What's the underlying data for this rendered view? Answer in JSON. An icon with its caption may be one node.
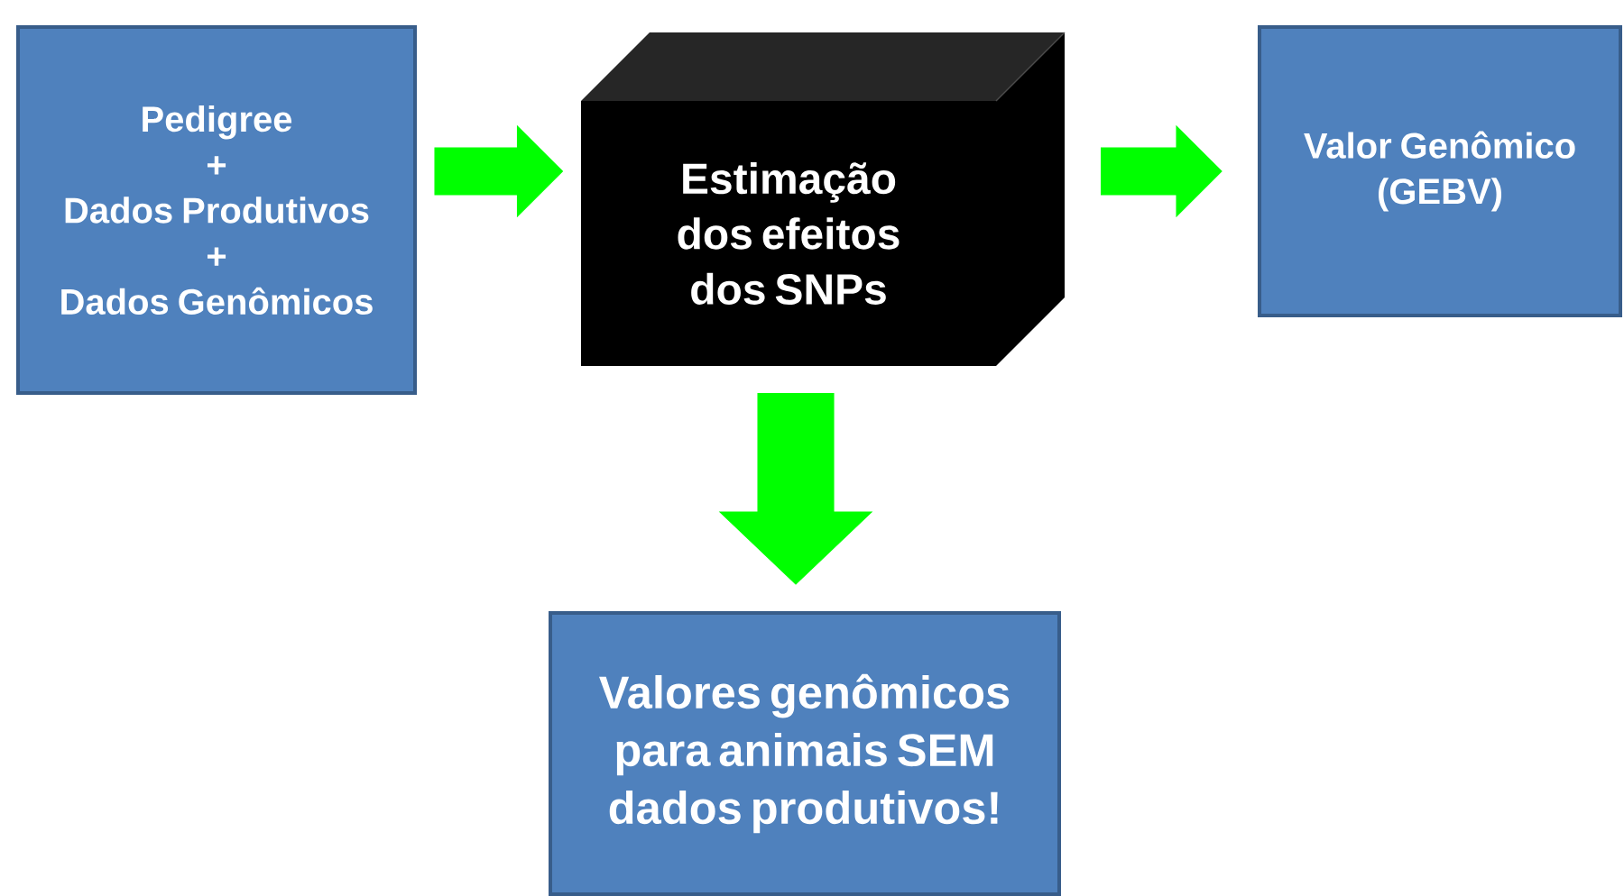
{
  "diagram": {
    "nodes": [
      {
        "text": [
          "Pedigree",
          "+",
          "Dados Produtivos",
          "+",
          "Dados Genômicos"
        ]
      },
      {
        "text": [
          "Estimação dos efeitos dos SNPs"
        ]
      },
      {
        "text": [
          "Valor Genômico (GEBV)"
        ]
      },
      {
        "text": [
          "Valores genômicos para animais SEM dados produtivos!"
        ]
      }
    ],
    "edges": [
      {
        "from": 0,
        "to": 1,
        "arrow": "to"
      },
      {
        "from": 1,
        "to": 2,
        "arrow": "to"
      },
      {
        "from": 1,
        "to": 3,
        "arrow": "to"
      }
    ]
  }
}
